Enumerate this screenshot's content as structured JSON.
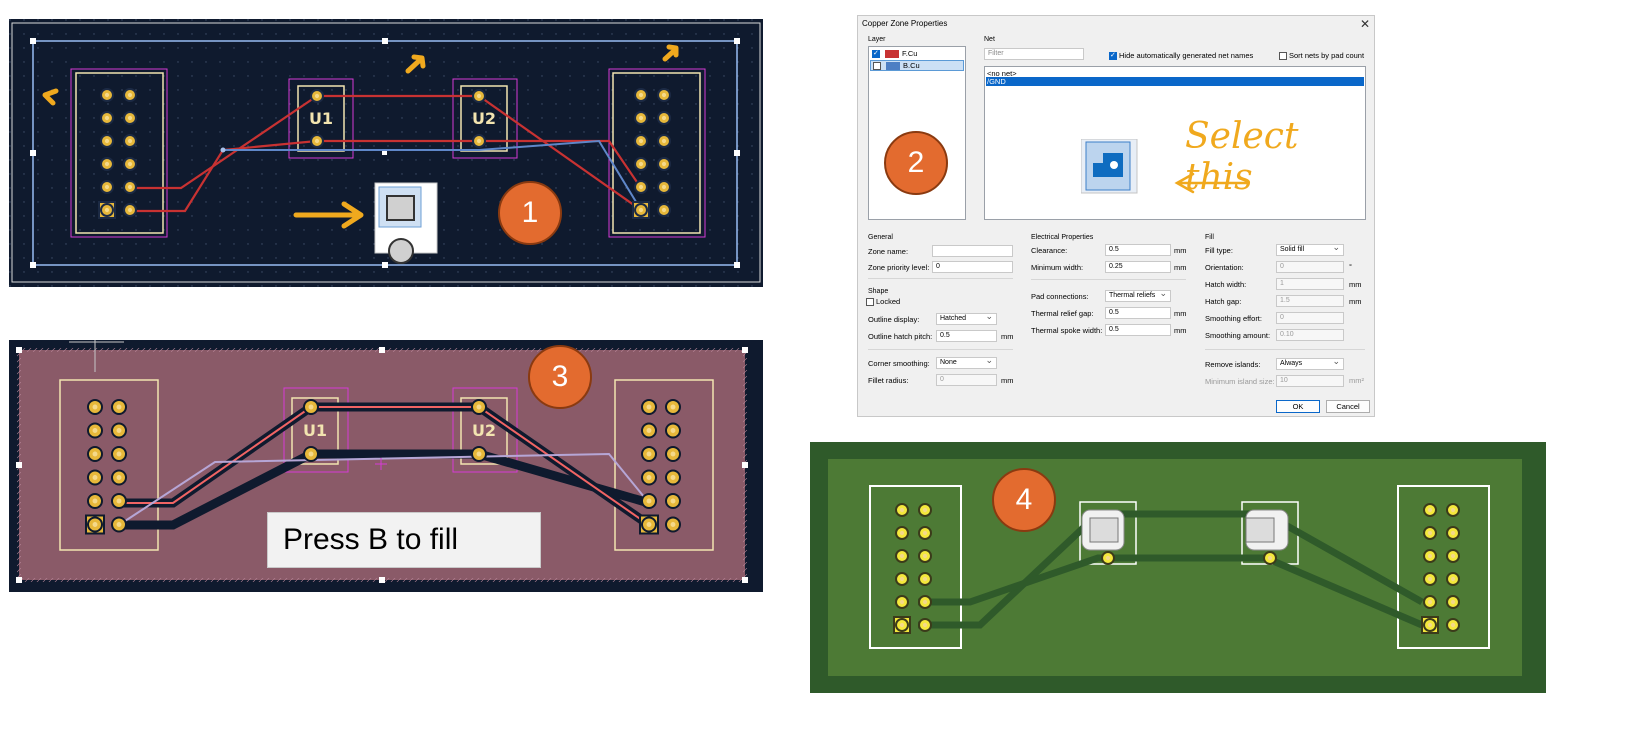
{
  "panel1": {
    "badge": "1",
    "footprints": [
      {
        "ref": "U1"
      },
      {
        "ref": "U2"
      }
    ]
  },
  "dialog": {
    "title": "Copper Zone Properties",
    "close_glyph": "✕",
    "layer_group": "Layer",
    "layers": [
      {
        "name": "F.Cu",
        "checked": true,
        "color": "#c83232"
      },
      {
        "name": "B.Cu",
        "checked": false,
        "color": "#4d7fc4"
      }
    ],
    "net_group": "Net",
    "filter_placeholder": "Filter",
    "hide_auto_label": "Hide automatically generated net names",
    "sort_label": "Sort nets by pad count",
    "nets": [
      "<no net>",
      "/GND"
    ],
    "badge": "2",
    "annotation": "Select this",
    "general": {
      "title": "General",
      "zone_name_label": "Zone name:",
      "zone_name_value": "",
      "priority_label": "Zone priority level:",
      "priority_value": "0"
    },
    "shape": {
      "title": "Shape",
      "locked_label": "Locked",
      "outline_display_label": "Outline display:",
      "outline_display_value": "Hatched",
      "hatch_pitch_label": "Outline hatch pitch:",
      "hatch_pitch_value": "0.5",
      "hatch_pitch_unit": "mm",
      "corner_label": "Corner smoothing:",
      "corner_value": "None",
      "fillet_label": "Fillet radius:",
      "fillet_value": "0",
      "fillet_unit": "mm"
    },
    "electrical": {
      "title": "Electrical Properties",
      "clearance_label": "Clearance:",
      "clearance_value": "0.5",
      "clearance_unit": "mm",
      "minwidth_label": "Minimum width:",
      "minwidth_value": "0.25",
      "minwidth_unit": "mm",
      "pad_label": "Pad connections:",
      "pad_value": "Thermal reliefs",
      "relief_gap_label": "Thermal relief gap:",
      "relief_gap_value": "0.5",
      "relief_gap_unit": "mm",
      "spoke_label": "Thermal spoke width:",
      "spoke_value": "0.5",
      "spoke_unit": "mm"
    },
    "fill": {
      "title": "Fill",
      "type_label": "Fill type:",
      "type_value": "Solid fill",
      "orient_label": "Orientation:",
      "orient_value": "0",
      "orient_unit": "°",
      "hwidth_label": "Hatch width:",
      "hwidth_value": "1",
      "hwidth_unit": "mm",
      "hgap_label": "Hatch gap:",
      "hgap_value": "1.5",
      "hgap_unit": "mm",
      "seffort_label": "Smoothing effort:",
      "seffort_value": "0",
      "samount_label": "Smoothing amount:",
      "samount_value": "0.10",
      "islands_label": "Remove islands:",
      "islands_value": "Always",
      "minisland_label": "Minimum island size:",
      "minisland_value": "10",
      "minisland_unit": "mm²"
    },
    "ok_label": "OK",
    "cancel_label": "Cancel"
  },
  "panel3": {
    "badge": "3",
    "instruction": "Press B to fill",
    "footprints": [
      {
        "ref": "U1"
      },
      {
        "ref": "U2"
      }
    ]
  },
  "panel4": {
    "badge": "4"
  },
  "colors": {
    "pcb_bg": "#0f1a2e",
    "pad": "#e7b83a",
    "track_front": "#c83232",
    "track_back": "#5f87c9",
    "zone_fill": "#8a5a68",
    "board_green": "#2f5a2a",
    "board_green_inner": "#4d7a35",
    "accent_orange": "#e36b2f",
    "annotation_yellow": "#f0a91e",
    "selection_blue": "#0a67c9"
  }
}
